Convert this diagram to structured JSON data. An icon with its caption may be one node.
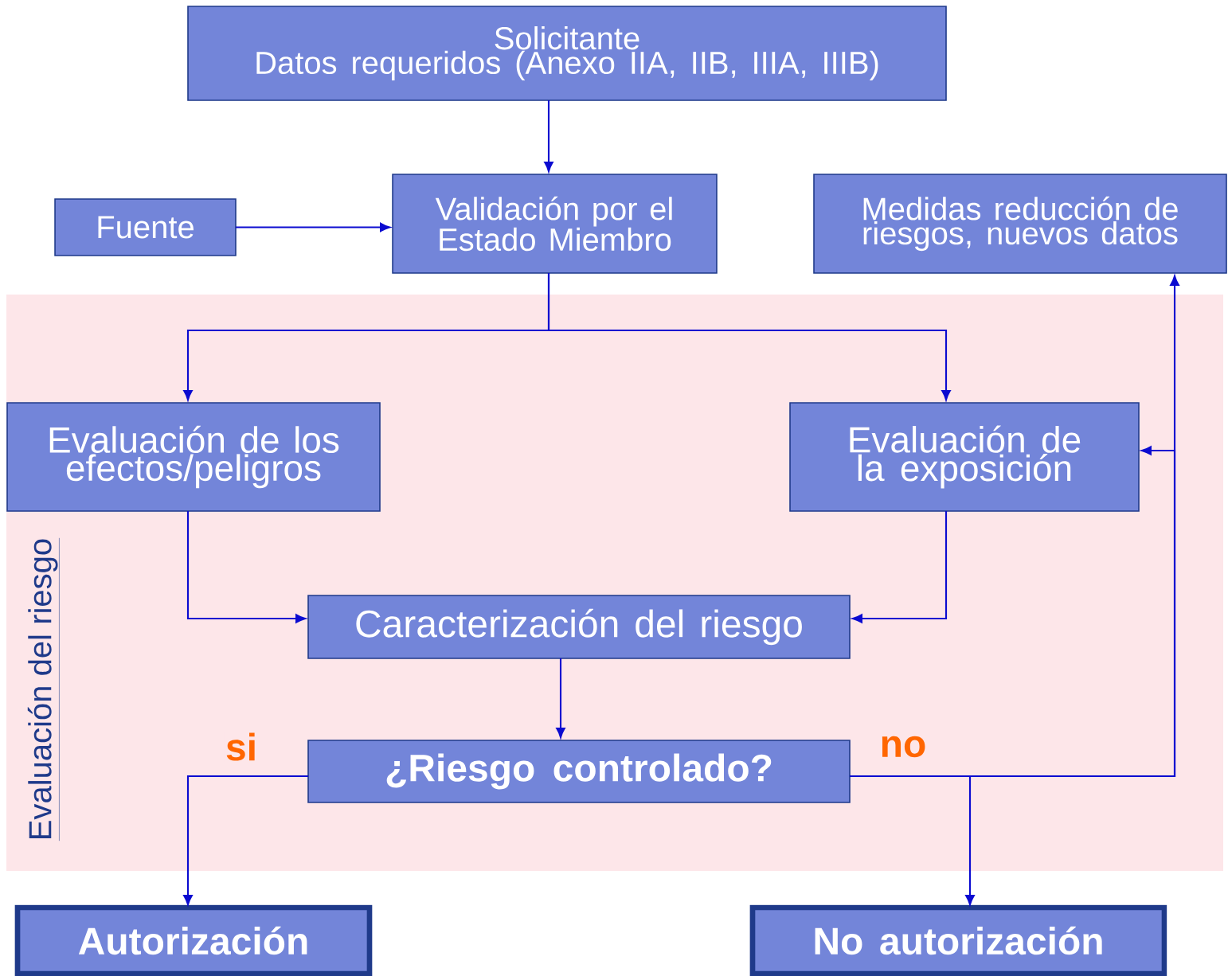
{
  "diagram": {
    "nodes": [
      {
        "text": [
          "Solicitante",
          "Datos requeridos (Anexo IIA, IIB, IIIA, IIIB)"
        ]
      },
      {
        "text": [
          "Fuente"
        ]
      },
      {
        "text": [
          "Validación por el Estado Miembro"
        ]
      },
      {
        "text": [
          "Medidas reducción de riesgos, nuevos datos"
        ]
      },
      {
        "text": [
          "Evaluación del riesgo"
        ]
      },
      {
        "text": [
          "Evaluación de los efectos/peligros"
        ],
        "in": 4
      },
      {
        "text": [
          "Evaluación de la exposición"
        ],
        "in": 4
      },
      {
        "text": [
          "Caracterización del riesgo"
        ],
        "in": 4
      },
      {
        "text": [
          "¿Riesgo controlado?"
        ],
        "in": 4
      },
      {
        "text": [
          "Autorización"
        ]
      },
      {
        "text": [
          "No autorización"
        ]
      }
    ],
    "edges": [
      {
        "from": 0,
        "to": 2,
        "arrow": "to"
      },
      {
        "from": 1,
        "to": 2,
        "arrow": "to"
      },
      {
        "from": 2,
        "to": 5,
        "arrow": "to"
      },
      {
        "from": 2,
        "to": 6,
        "arrow": "to"
      },
      {
        "from": 5,
        "to": 7,
        "arrow": "to"
      },
      {
        "from": 6,
        "to": 7,
        "arrow": "to"
      },
      {
        "from": 7,
        "to": 8,
        "arrow": "to"
      },
      {
        "from": 8,
        "to": 9,
        "arrow": "to",
        "label": "si"
      },
      {
        "from": 8,
        "to": 10,
        "arrow": "to",
        "label": "no"
      },
      {
        "from": 8,
        "to": 3,
        "arrow": "to"
      },
      {
        "from": 8,
        "to": 6,
        "arrow": "to"
      }
    ]
  }
}
